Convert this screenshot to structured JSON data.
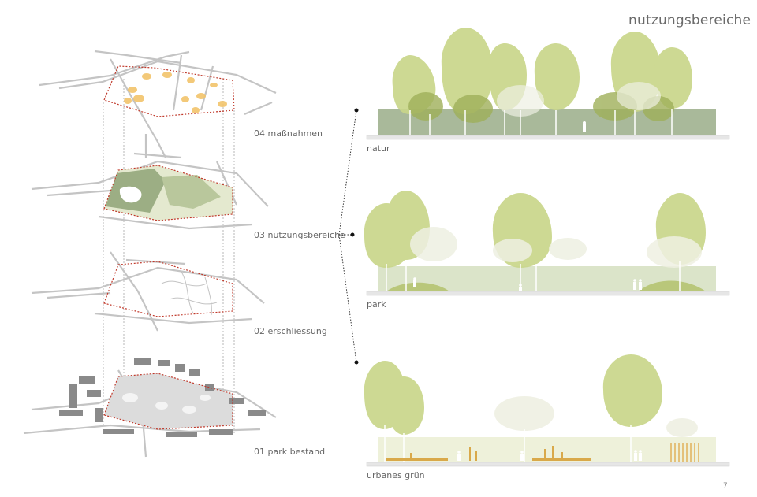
{
  "title": "nutzungsbereiche",
  "layers": [
    {
      "id": "massnahmen",
      "label": "04 maßnahmen"
    },
    {
      "id": "nutzungsbereiche",
      "label": "03 nutzungsbereiche"
    },
    {
      "id": "erschliessung",
      "label": "02 erschliessung"
    },
    {
      "id": "park-bestand",
      "label": "01 park bestand"
    }
  ],
  "sections": [
    {
      "id": "natur",
      "label": "natur"
    },
    {
      "id": "park",
      "label": "park"
    },
    {
      "id": "urbanes-gruen",
      "label": "urbanes grün"
    }
  ],
  "page_number": "7",
  "colors": {
    "boundary": "#c0392b",
    "tree_light": "#c9d68a",
    "tree_mid": "#b5c66d",
    "tree_dark": "#9fb05a",
    "natur_band": "#a9b99a",
    "park_band": "#dbe4c9",
    "urban_band": "#eef1da",
    "accent_orange": "#f2c46b",
    "ground": "#e6e6e6"
  }
}
